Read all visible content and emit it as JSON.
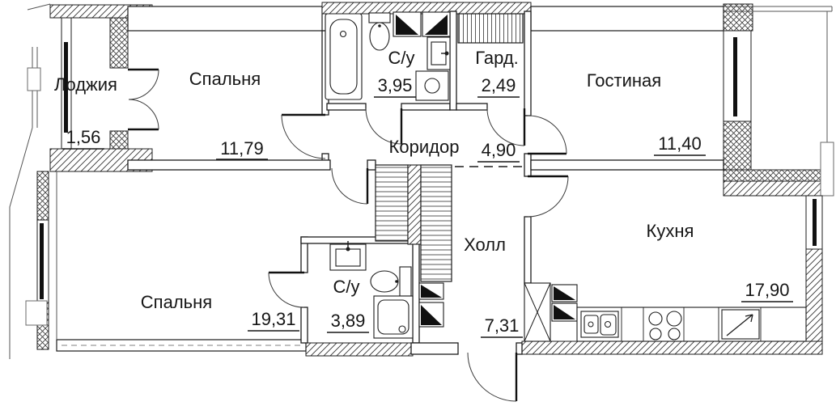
{
  "plan": {
    "type": "apartment-floor-plan",
    "background_color": "#ffffff",
    "line_color": "#1c1c1c"
  },
  "rooms": [
    {
      "id": "loggia",
      "name": "Лоджия",
      "area": "1,56"
    },
    {
      "id": "bedroom-top",
      "name": "Спальня",
      "area": "11,79"
    },
    {
      "id": "bathroom-top",
      "name": "С/у",
      "area": "3,95"
    },
    {
      "id": "wardrobe",
      "name": "Гард.",
      "area": "2,49"
    },
    {
      "id": "living-room",
      "name": "Гостиная",
      "area": "11,40"
    },
    {
      "id": "corridor",
      "name": "Коридор",
      "area": "4,90"
    },
    {
      "id": "hall",
      "name": "Холл",
      "area": "7,31"
    },
    {
      "id": "kitchen",
      "name": "Кухня",
      "area": "17,90"
    },
    {
      "id": "bedroom-bottom",
      "name": "Спальня",
      "area": "19,31"
    },
    {
      "id": "bathroom-bottom",
      "name": "С/у",
      "area": "3,89"
    }
  ]
}
